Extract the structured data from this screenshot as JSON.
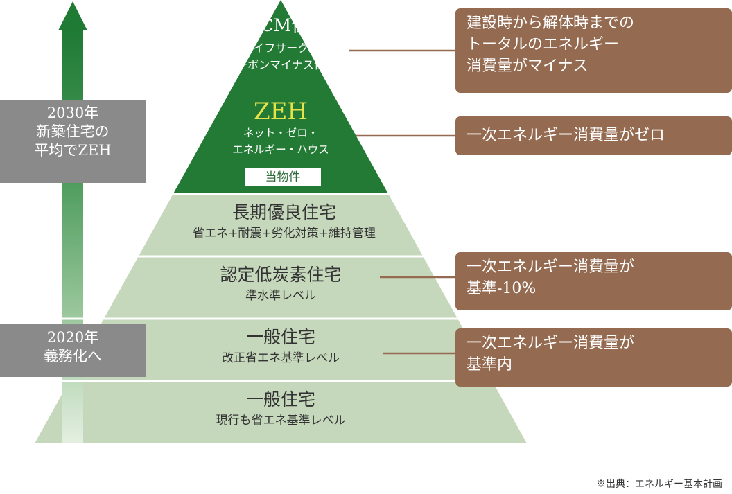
{
  "tiers": {
    "lccm": {
      "title": "LCCM住宅",
      "sub1": "ライフサークル",
      "sub2": "カーボンマイナス住宅"
    },
    "zeh": {
      "title": "ZEH",
      "sub1": "ネット・ゼロ・",
      "sub2": "エネルギー・ハウス",
      "badge": "当物件"
    },
    "long_term": {
      "title": "長期優良住宅",
      "sub": "省エネ+耐震+劣化対策+維持管理"
    },
    "low_carbon": {
      "title": "認定低炭素住宅",
      "sub": "準水準レベル"
    },
    "general_revised": {
      "title": "一般住宅",
      "sub": "改正省エネ基準レベル"
    },
    "general_current": {
      "title": "一般住宅",
      "sub": "現行も省エネ基準レベル"
    }
  },
  "milestones": {
    "y2030": {
      "line1": "2030年",
      "line2": "新築住宅の",
      "line3": "平均でZEH"
    },
    "y2020": {
      "line1": "2020年",
      "line2": "義務化へ"
    }
  },
  "callouts": {
    "lccm": {
      "line1": "建設時から解体時までの",
      "line2": "トータルのエネルギー",
      "line3": "消費量がマイナス"
    },
    "zeh": {
      "line1": "一次エネルギー消費量がゼロ"
    },
    "low_carbon": {
      "line1": "一次エネルギー消費量が",
      "line2": "基準-10%"
    },
    "general_revised": {
      "line1": "一次エネルギー消費量が",
      "line2": "基準内"
    }
  },
  "footnote": "※出典：エネルギー基本計画",
  "colors": {
    "dark_green": "#237a34",
    "light_green": "#c6d8bc",
    "grey": "#8a8a8a",
    "brown": "#946a50",
    "zeh_yellow": "#e6e34a"
  }
}
